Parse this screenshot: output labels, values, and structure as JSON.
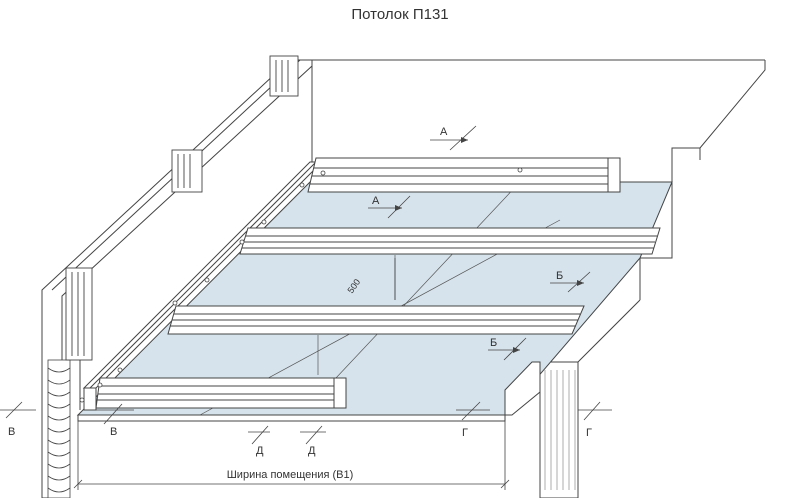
{
  "title": "Потолок П131",
  "dimension_500": "500",
  "room_width_label": "Ширина помещения (В1)",
  "section_marks": {
    "a_top": "А",
    "a_mid": "А",
    "b_right": "Б",
    "b_lower": "Б",
    "v_left": "В",
    "v_inner": "В",
    "d_left": "Д",
    "d_right": "Д",
    "g_inner": "Г",
    "g_right": "Г"
  },
  "colors": {
    "board": "#d6e3ec",
    "line": "#444444",
    "profile": "#ffffff"
  }
}
